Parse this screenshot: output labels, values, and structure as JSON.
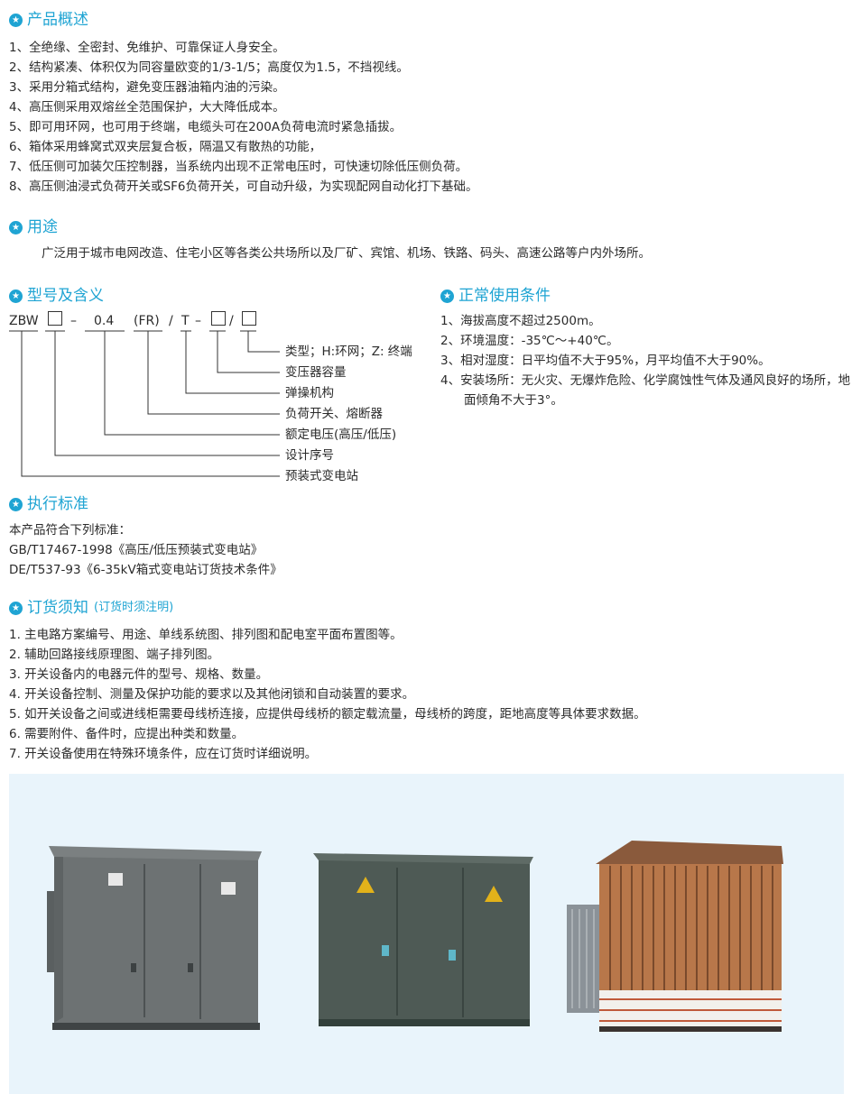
{
  "overview": {
    "title": "产品概述",
    "items": [
      "1、全绝缘、全密封、免维护、可靠保证人身安全。",
      "2、结构紧凑、体积仅为同容量欧变的1/3-1/5；高度仅为1.5，不挡视线。",
      "3、采用分箱式结构，避免变压器油箱内油的污染。",
      "4、高压侧采用双熔丝全范围保护，大大降低成本。",
      "5、即可用环网，也可用于终端，电缆头可在200A负荷电流时紧急插拔。",
      "6、箱体采用蜂窝式双夹层复合板，隔温又有散热的功能，",
      "7、低压侧可加装欠压控制器，当系统内出现不正常电压时，可快速切除低压侧负荷。",
      "8、高压侧油浸式负荷开关或SF6负荷开关，可自动升级，为实现配网自动化打下基础。"
    ]
  },
  "usage": {
    "title": "用途",
    "text": "广泛用于城市电网改造、住宅小区等各类公共场所以及厂矿、宾馆、机场、铁路、码头、高速公路等户内外场所。"
  },
  "model": {
    "title": "型号及含义",
    "code": {
      "zbw": "ZBW",
      "dash1": "–",
      "voltage": "0.4",
      "fr": "(FR)",
      "slash1": "/",
      "t": "T",
      "dash2": "–",
      "slash2": "/"
    },
    "legend": [
      "类型；H:环网；Z: 终端",
      "变压器容量",
      "弹操机构",
      "负荷开关、熔断器",
      "额定电压(高压/低压)",
      "设计序号",
      "预装式变电站"
    ]
  },
  "conditions": {
    "title": "正常使用条件",
    "items": [
      "1、海拔高度不超过2500m。",
      "2、环境温度：-35℃～+40℃。",
      "3、相对湿度：日平均值不大于95%，月平均值不大于90%。",
      "4、安装场所：无火灾、无爆炸危险、化学腐蚀性气体及通风良好的场所，地面倾角不大于3°。"
    ]
  },
  "standards": {
    "title": "执行标准",
    "lines": [
      "本产品符合下列标准：",
      "GB/T17467-1998《高压/低压预装式变电站》",
      "DE/T537-93《6-35kV箱式变电站订货技术条件》"
    ]
  },
  "ordering": {
    "title": "订货须知",
    "note": "(订货时须注明)",
    "items": [
      "1. 主电路方案编号、用途、单线系统图、排列图和配电室平面布置图等。",
      "2. 辅助回路接线原理图、端子排列图。",
      "3. 开关设备内的电器元件的型号、规格、数量。",
      "4. 开关设备控制、测量及保护功能的要求以及其他闭锁和自动装置的要求。",
      "5. 如开关设备之间或进线柜需要母线桥连接，应提供母线桥的额定载流量，母线桥的跨度，距地高度等具体要求数据。",
      "6. 需要附件、备件时，应提出种类和数量。",
      "7. 开关设备使用在特殊环境条件，应在订货时详细说明。"
    ]
  },
  "colors": {
    "accent": "#1fa4d3",
    "text": "#2b2b2b",
    "panel": "#e9f4fb"
  }
}
